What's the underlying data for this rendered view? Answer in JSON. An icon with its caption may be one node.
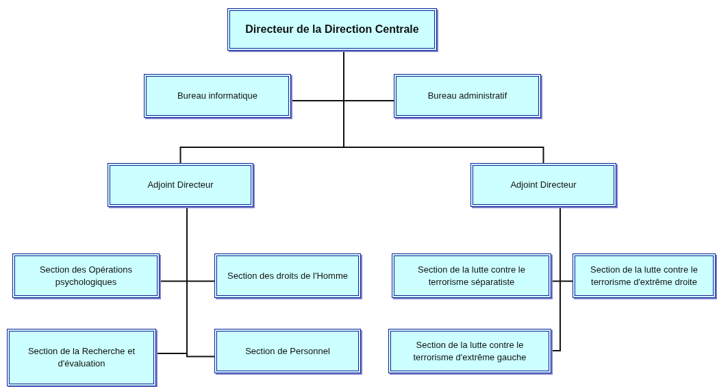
{
  "diagram": {
    "nodes": [
      {
        "text": [
          "Directeur de la Direction Centrale"
        ]
      },
      {
        "text": [
          "Bureau informatique"
        ]
      },
      {
        "text": [
          "Bureau administratif"
        ]
      },
      {
        "text": [
          "Adjoint Directeur"
        ]
      },
      {
        "text": [
          "Adjoint Directeur"
        ]
      },
      {
        "text": [
          "Section des Opérations psychologiques"
        ]
      },
      {
        "text": [
          "Section des droits de l'Homme"
        ]
      },
      {
        "text": [
          "Section de la Recherche et d'évaluation"
        ]
      },
      {
        "text": [
          "Section de Personnel"
        ]
      },
      {
        "text": [
          "Section de la lutte contre le terrorisme séparatiste"
        ]
      },
      {
        "text": [
          "Section de la lutte contre le terrorisme d'extrême droite"
        ]
      },
      {
        "text": [
          "Section de la lutte contre le terrorisme d'extrême gauche"
        ]
      }
    ],
    "edges": [
      {
        "from": 0,
        "to": 1,
        "arrow": "none"
      },
      {
        "from": 0,
        "to": 2,
        "arrow": "none"
      },
      {
        "from": 0,
        "to": 3,
        "arrow": "none"
      },
      {
        "from": 0,
        "to": 4,
        "arrow": "none"
      },
      {
        "from": 3,
        "to": 5,
        "arrow": "none"
      },
      {
        "from": 3,
        "to": 6,
        "arrow": "none"
      },
      {
        "from": 3,
        "to": 7,
        "arrow": "none"
      },
      {
        "from": 3,
        "to": 8,
        "arrow": "none"
      },
      {
        "from": 4,
        "to": 9,
        "arrow": "none"
      },
      {
        "from": 4,
        "to": 10,
        "arrow": "none"
      },
      {
        "from": 4,
        "to": 11,
        "arrow": "none"
      }
    ]
  }
}
